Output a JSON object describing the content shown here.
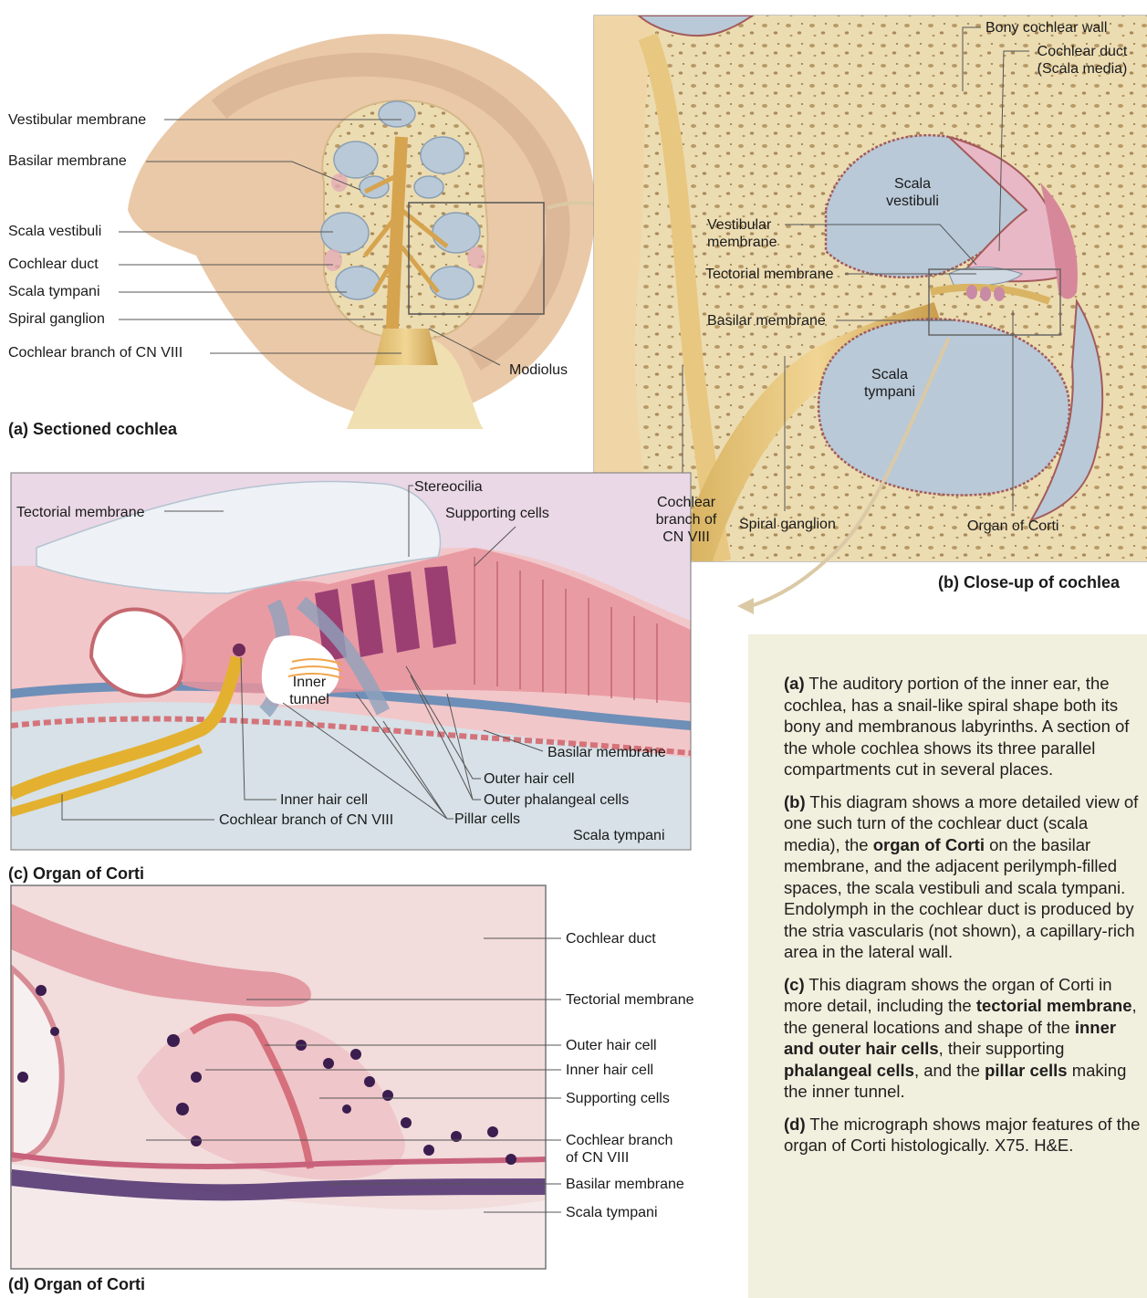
{
  "panel_a": {
    "caption": "(a) Sectioned cochlea",
    "labels": {
      "vestibular_membrane": "Vestibular membrane",
      "basilar_membrane": "Basilar membrane",
      "scala_vestibuli": "Scala vestibuli",
      "cochlear_duct": "Cochlear duct",
      "scala_tympani": "Scala tympani",
      "spiral_ganglion": "Spiral ganglion",
      "cochlear_branch": "Cochlear branch of CN VIII",
      "modiolus": "Modiolus"
    }
  },
  "panel_b": {
    "caption": "(b) Close-up of cochlea",
    "labels": {
      "bony_wall": "Bony cochlear wall",
      "cochlear_duct_1": "Cochlear duct",
      "cochlear_duct_2": "(Scala media)",
      "scala_vestibuli_1": "Scala",
      "scala_vestibuli_2": "vestibuli",
      "vestibular_1": "Vestibular",
      "vestibular_2": "membrane",
      "tectorial": "Tectorial membrane",
      "basilar": "Basilar membrane",
      "scala_tympani_1": "Scala",
      "scala_tympani_2": "tympani",
      "cochlear_branch_1": "Cochlear",
      "cochlear_branch_2": "branch of",
      "cochlear_branch_3": "CN VIII",
      "spiral_ganglion": "Spiral ganglion",
      "organ_of_corti": "Organ of Corti"
    }
  },
  "panel_c": {
    "caption": "(c) Organ of Corti",
    "labels": {
      "tectorial": "Tectorial membrane",
      "stereocilia": "Stereocilia",
      "supporting": "Supporting cells",
      "inner_tunnel_1": "Inner",
      "inner_tunnel_2": "tunnel",
      "basilar": "Basilar membrane",
      "outer_hair": "Outer hair cell",
      "outer_phalangeal": "Outer phalangeal cells",
      "inner_hair": "Inner hair cell",
      "pillar": "Pillar cells",
      "cochlear_branch": "Cochlear branch of CN VIII",
      "scala_tympani": "Scala tympani"
    }
  },
  "panel_d": {
    "caption": "(d) Organ of Corti",
    "labels": {
      "cochlear_duct": "Cochlear duct",
      "tectorial": "Tectorial membrane",
      "outer_hair": "Outer hair cell",
      "inner_hair": "Inner hair cell",
      "supporting": "Supporting cells",
      "cochlear_branch_1": "Cochlear branch",
      "cochlear_branch_2": "of CN VIII",
      "basilar": "Basilar membrane",
      "scala_tympani": "Scala tympani"
    }
  },
  "description": {
    "a_key": "(a)",
    "a_text": " The auditory portion of the inner ear, the cochlea, has a snail-like spiral shape both its bony and membranous labyrinths. A section of the whole cochlea shows its three parallel compartments cut in several places.",
    "b_key": "(b)",
    "b_t1": " This diagram shows a more detailed view of one such turn of the cochlear duct (scala media), the ",
    "b_bold1": "organ of Corti",
    "b_t2": " on the basilar membrane, and the adjacent perilymph-filled spaces, the scala vestibuli and scala tympani. Endolymph in the cochlear duct is produced by the stria vascularis (not shown), a capillary-rich area in the lateral wall.",
    "c_key": "(c)",
    "c_t1": " This diagram shows the organ of Corti in more detail, including the ",
    "c_bold1": "tectorial membrane",
    "c_t2": ", the general locations and shape of the ",
    "c_bold2": "inner and outer hair cells",
    "c_t3": ", their supporting ",
    "c_bold3": "phalangeal cells",
    "c_t4": ", and the ",
    "c_bold4": "pillar cells",
    "c_t5": " making the inner tunnel.",
    "d_key": "(d)",
    "d_text": " The micrograph shows major features of the organ of Corti histologically. X75. H&E."
  }
}
